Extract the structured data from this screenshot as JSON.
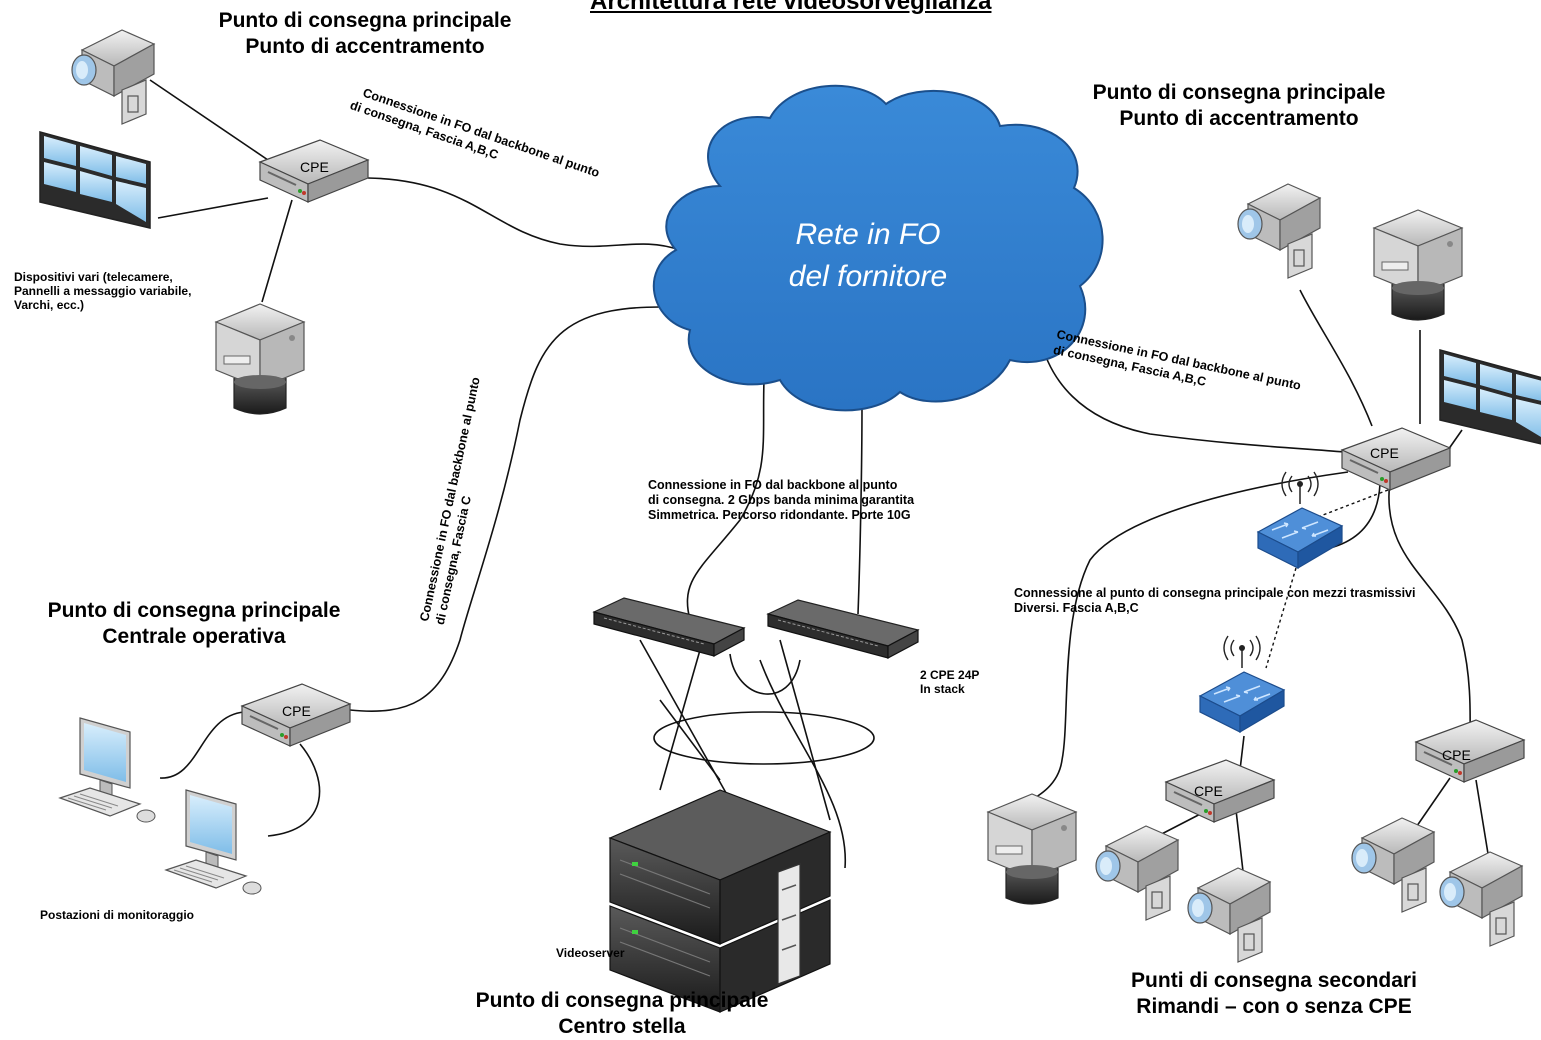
{
  "title": "Architettura rete videosorveglianza",
  "cloud": {
    "line1": "Rete in FO",
    "line2": "del fornitore",
    "color": "#2f7fd0"
  },
  "sites": {
    "top_left": {
      "line1": "Punto di consegna principale",
      "line2": "Punto di accentramento"
    },
    "top_right": {
      "line1": "Punto di consegna principale",
      "line2": "Punto di accentramento"
    },
    "mid_left": {
      "line1": "Punto di consegna principale",
      "line2": "Centrale operativa"
    },
    "bottom_center": {
      "line1": "Punto di consegna principale",
      "line2": "Centro stella"
    },
    "bottom_right": {
      "line1": "Punti di consegna secondari",
      "line2": "Rimandi – con o senza CPE"
    }
  },
  "device_labels": {
    "cpe": "CPE",
    "devices_note": {
      "line1": "Dispositivi vari (telecamere,",
      "line2": "Pannelli a messaggio variabile,",
      "line3": "Varchi, ecc.)"
    },
    "monitoring": "Postazioni di monitoraggio",
    "videoserver": "Videoserver",
    "stack": {
      "line1": "2 CPE 24P",
      "line2": "In stack"
    }
  },
  "connections": {
    "top_left": {
      "line1": "Connessione in FO dal backbone al punto",
      "line2": "di consegna, Fascia A,B,C"
    },
    "top_right": {
      "line1": "Connessione in FO dal backbone al punto",
      "line2": "di consegna, Fascia A,B,C"
    },
    "left_vertical": {
      "line1": "Connessione in FO dal backbone al punto",
      "line2": "di consegna, Fascia C"
    },
    "center": {
      "line1": "Connessione in FO dal backbone al punto",
      "line2": "di consegna. 2 Gbps banda minima garantita",
      "line3": "Simmetrica. Percorso ridondante. Porte 10G"
    },
    "secondary": {
      "line1": "Connessione al punto di consegna principale con mezzi trasmissivi",
      "line2": "Diversi. Fascia A,B,C"
    }
  },
  "colors": {
    "switch_blue": "#2f6fc0",
    "screen_blue": "#8ec8f0",
    "device_grey": "#cfcfcf"
  }
}
